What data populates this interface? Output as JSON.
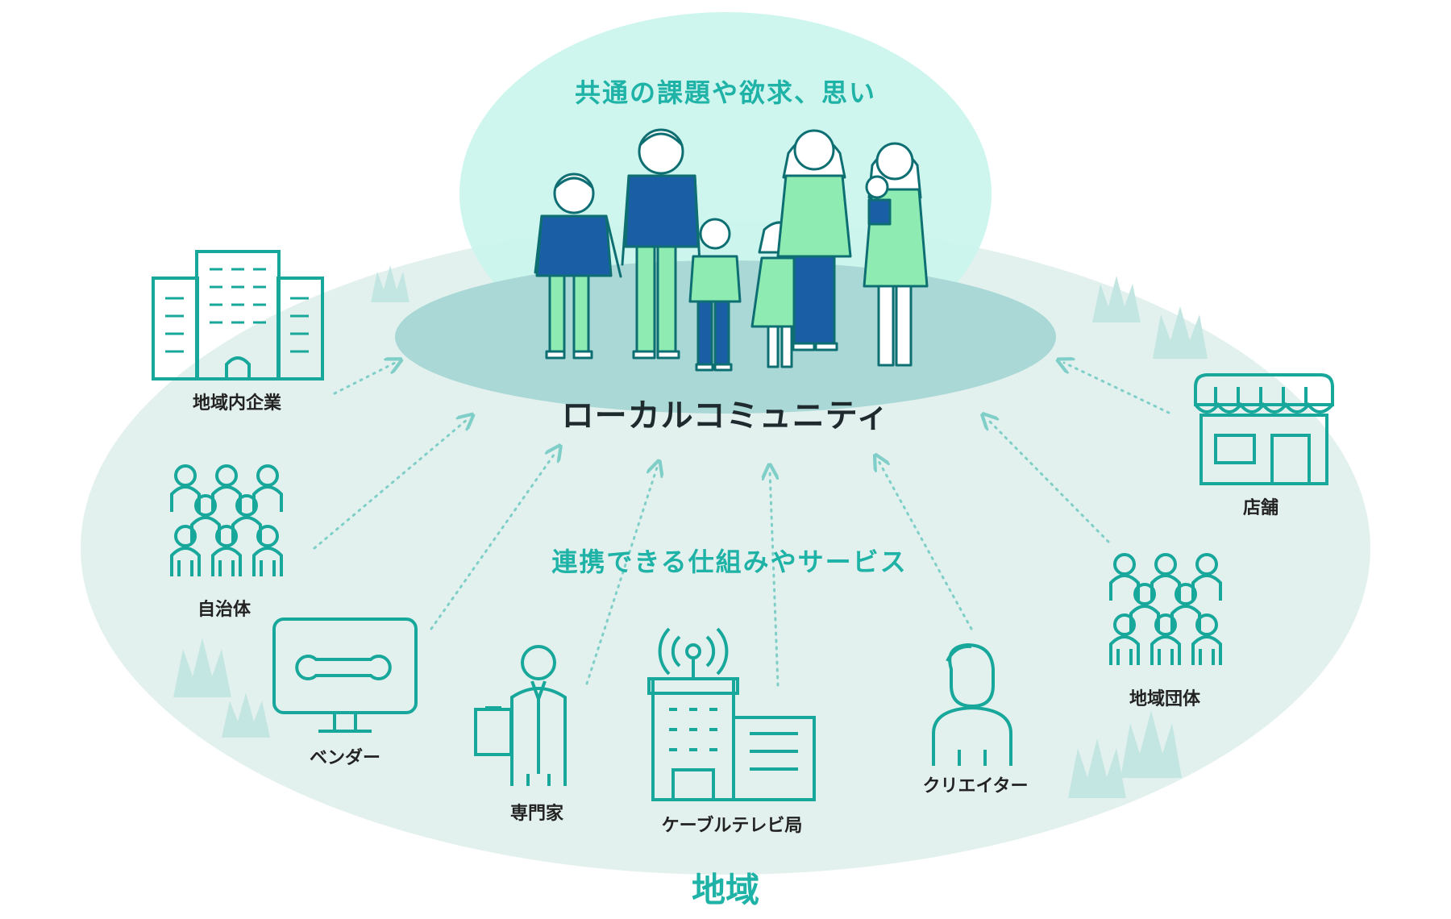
{
  "colors": {
    "accent": "#1fb2a6",
    "icon_stroke": "#18a79b",
    "region_fill": "#e3f1ee",
    "bubble_fill": "#c9f5ec",
    "stage_fill": "#a9d8d6",
    "shirt_green": "#8eecb2",
    "shirt_blue": "#1a5ea6"
  },
  "diagram": {
    "top_heading": "共通の課題や欲求、思い",
    "center_title": "ローカルコミュニティ",
    "services_label": "連携できる仕組みやサービス",
    "region_label": "地域"
  },
  "actors": [
    {
      "id": "company",
      "label": "地域内企業",
      "icon": "office-buildings-icon"
    },
    {
      "id": "municipality",
      "label": "自治体",
      "icon": "people-group-icon"
    },
    {
      "id": "vendor",
      "label": "ベンダー",
      "icon": "monitor-wrench-icon"
    },
    {
      "id": "expert",
      "label": "専門家",
      "icon": "expert-person-icon"
    },
    {
      "id": "cable_tv",
      "label": "ケーブルテレビ局",
      "icon": "broadcast-station-icon"
    },
    {
      "id": "creator",
      "label": "クリエイター",
      "icon": "creator-person-icon"
    },
    {
      "id": "regional_group",
      "label": "地域団体",
      "icon": "people-group-icon"
    },
    {
      "id": "store",
      "label": "店舗",
      "icon": "storefront-icon"
    }
  ]
}
